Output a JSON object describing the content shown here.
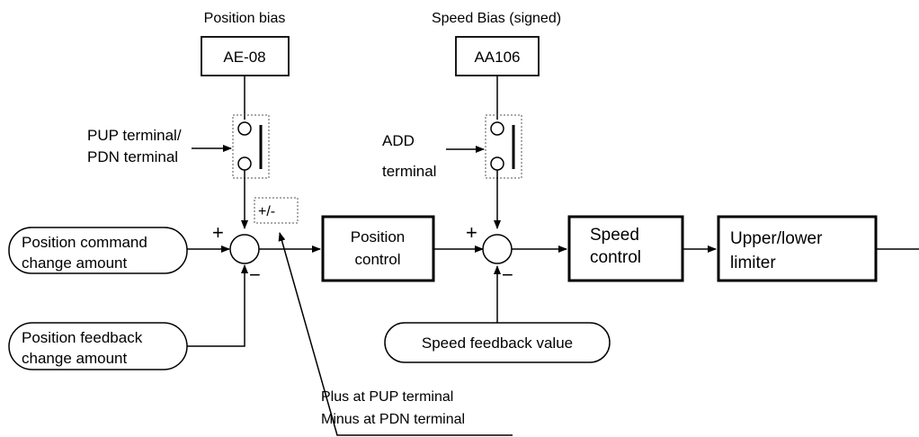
{
  "diagram": {
    "position_bias": {
      "caption": "Position bias",
      "param": "AE-08",
      "terminal_label_1": "PUP terminal/",
      "terminal_label_2": "PDN terminal",
      "sign_box": "+/-"
    },
    "speed_bias": {
      "caption": "Speed Bias (signed)",
      "param": "AA106",
      "terminal_label_1": "ADD",
      "terminal_label_2": "terminal"
    },
    "inputs": {
      "position_command_1": "Position command",
      "position_command_2": "change amount",
      "position_feedback_1": "Position feedback",
      "position_feedback_2": "change amount",
      "speed_feedback": "Speed feedback value"
    },
    "blocks": {
      "position_control_1": "Position",
      "position_control_2": "control",
      "speed_control_1": "Speed",
      "speed_control_2": "control",
      "limiter_1": "Upper/lower",
      "limiter_2": "limiter"
    },
    "signs": {
      "plus": "+",
      "minus": "−"
    },
    "note": {
      "line1": "Plus at PUP terminal",
      "line2": "Minus at PDN terminal"
    }
  }
}
